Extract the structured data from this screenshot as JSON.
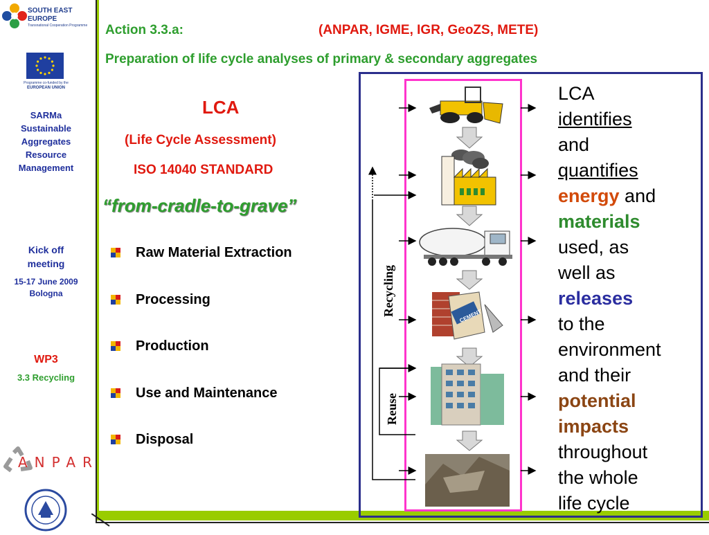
{
  "sidebar": {
    "logo_line1": "SOUTH EAST",
    "logo_line2": "EUROPE",
    "logo_line3": "Transnational Cooperation Programme",
    "eu_caption_line1": "Programme co-funded by the",
    "eu_caption_line2": "EUROPEAN UNION",
    "project_lines": [
      "SARMa",
      "Sustainable",
      "Aggregates",
      "Resource",
      "Management"
    ],
    "meeting_lines": [
      "Kick off",
      "meeting"
    ],
    "meeting_date_lines": [
      "15-17 June 2009",
      "Bologna"
    ],
    "wp_title": "WP3",
    "wp_subtitle": "3.3 Recycling",
    "partner_logo_text": "ANPAR"
  },
  "header": {
    "action": "Action 3.3.a:",
    "partners": "(ANPAR, IGME, IGR, GeoZS, METE)",
    "subtitle": "Preparation of life cycle analyses of primary & secondary aggregates"
  },
  "lca": {
    "title": "LCA",
    "full_name": "(Life Cycle Assessment)",
    "standard": "ISO 14040 STANDARD",
    "motto": "“from-cradle-to-grave”"
  },
  "stages": [
    "Raw Material Extraction",
    "Processing",
    "Production",
    "Use and Maintenance",
    "Disposal"
  ],
  "diagram": {
    "recycling_label": "Recycling",
    "reuse_label": "Reuse",
    "cement_label": "CEMENT"
  },
  "description": [
    {
      "text": "LCA",
      "style": "plain"
    },
    {
      "text": "identifies",
      "style": "underline"
    },
    {
      "text": "and",
      "style": "plain"
    },
    {
      "text": "quantifies",
      "style": "underline"
    },
    {
      "text": "energy",
      "style": "orange",
      "tail": " and"
    },
    {
      "text": "materials",
      "style": "green"
    },
    {
      "text": "used, as",
      "style": "plain"
    },
    {
      "text": "well as",
      "style": "plain"
    },
    {
      "text": "releases",
      "style": "blue"
    },
    {
      "text": "to the",
      "style": "plain"
    },
    {
      "text": "environment",
      "style": "plain"
    },
    {
      "text": "and their",
      "style": "plain"
    },
    {
      "text": "potential",
      "style": "brown"
    },
    {
      "text": "impacts",
      "style": "brown"
    },
    {
      "text": "throughout",
      "style": "plain"
    },
    {
      "text": "the whole",
      "style": "plain"
    },
    {
      "text": "life cycle",
      "style": "plain"
    }
  ],
  "colors": {
    "header_green": "#2e9e2e",
    "accent_red": "#e0190f",
    "frame_green": "#99cc00",
    "panel_blue": "#2b2e8c",
    "magenta": "#ff33cc"
  }
}
